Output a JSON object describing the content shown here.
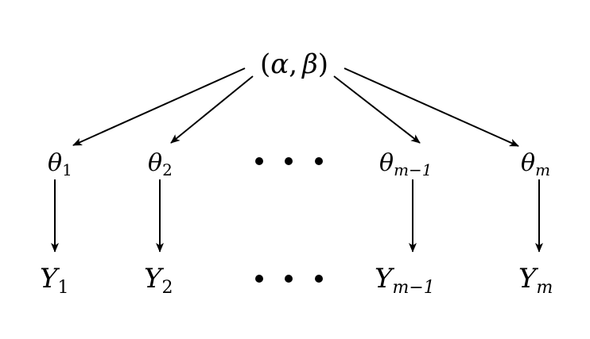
{
  "diagram": {
    "root": {
      "open_paren": "(",
      "alpha": "α",
      "comma": ",",
      "beta": "β",
      "close_paren": ")"
    },
    "theta_nodes": [
      {
        "base": "θ",
        "sub": "1"
      },
      {
        "base": "θ",
        "sub": "2"
      },
      {
        "base": "θ",
        "sub": "m−1"
      },
      {
        "base": "θ",
        "sub": "m"
      }
    ],
    "y_nodes": [
      {
        "base": "Y",
        "sub": "1"
      },
      {
        "base": "Y",
        "sub": "2"
      },
      {
        "base": "Y",
        "sub": "m−1"
      },
      {
        "base": "Y",
        "sub": "m"
      }
    ],
    "colors": {
      "ink": "#000000",
      "background": "#ffffff"
    }
  }
}
